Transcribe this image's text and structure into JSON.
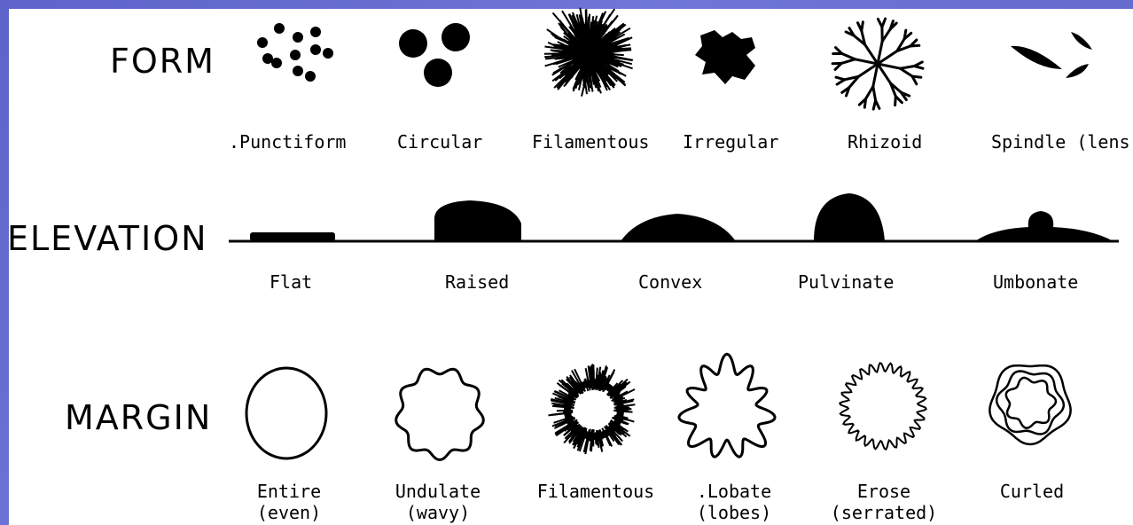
{
  "rows": {
    "form": {
      "label": "FORM",
      "items": [
        ".Punctiform",
        "Circular",
        "Filamentous",
        "Irregular",
        "Rhizoid",
        "Spindle (lens)"
      ]
    },
    "elevation": {
      "label": "ELEVATION",
      "items": [
        "Flat",
        "Raised",
        "Convex",
        "Pulvinate",
        "Umbonate"
      ]
    },
    "margin": {
      "label": "MARGIN",
      "items": [
        {
          "line1": "Entire",
          "line2": "(even)"
        },
        {
          "line1": "Undulate",
          "line2": "(wavy)"
        },
        {
          "line1": "Filamentous",
          "line2": ""
        },
        {
          "line1": ".Lobate",
          "line2": "(lobes)"
        },
        {
          "line1": "Erose",
          "line2": "(serrated)"
        },
        {
          "line1": "Curled",
          "line2": ""
        }
      ]
    }
  }
}
